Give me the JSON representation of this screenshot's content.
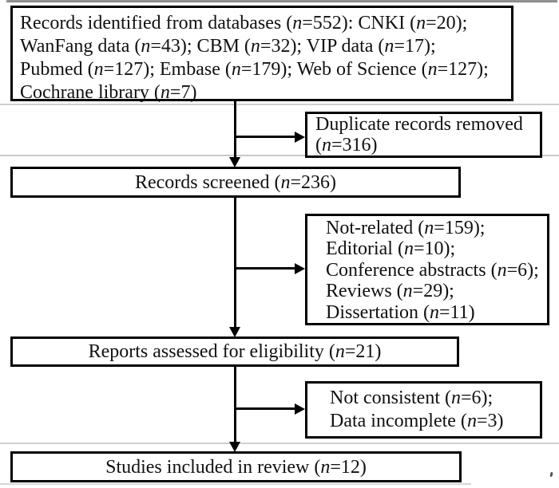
{
  "diagram": {
    "type": "prisma-flow",
    "line_color": "#000000",
    "background_color": "#ffffff",
    "boxes": {
      "identification": {
        "lines": [
          "Records identified from databases (n=552): CNKI (n=20);",
          "WanFang data (n=43); CBM (n=32); VIP data (n=17);",
          "Pubmed (n=127); Embase (n=179); Web of Science (n=127);",
          "Cochrane library (n=7)"
        ]
      },
      "duplicates_removed": {
        "lines": [
          "Duplicate records removed",
          "(n=316)"
        ]
      },
      "records_screened": {
        "lines": [
          "Records screened (n=236)"
        ]
      },
      "excluded_after_screening": {
        "lines": [
          "Not-related (n=159);",
          "Editorial (n=10);",
          "Conference abstracts (n=6);",
          "Reviews (n=29);",
          "Dissertation (n=11)"
        ]
      },
      "assessed_for_eligibility": {
        "lines": [
          "Reports assessed for eligibility (n=21)"
        ]
      },
      "excluded_after_eligibility": {
        "lines": [
          "Not consistent (n=6);",
          "Data incomplete (n=3)"
        ]
      },
      "included_in_review": {
        "lines": [
          "Studies included in review (n=12)"
        ]
      }
    }
  }
}
